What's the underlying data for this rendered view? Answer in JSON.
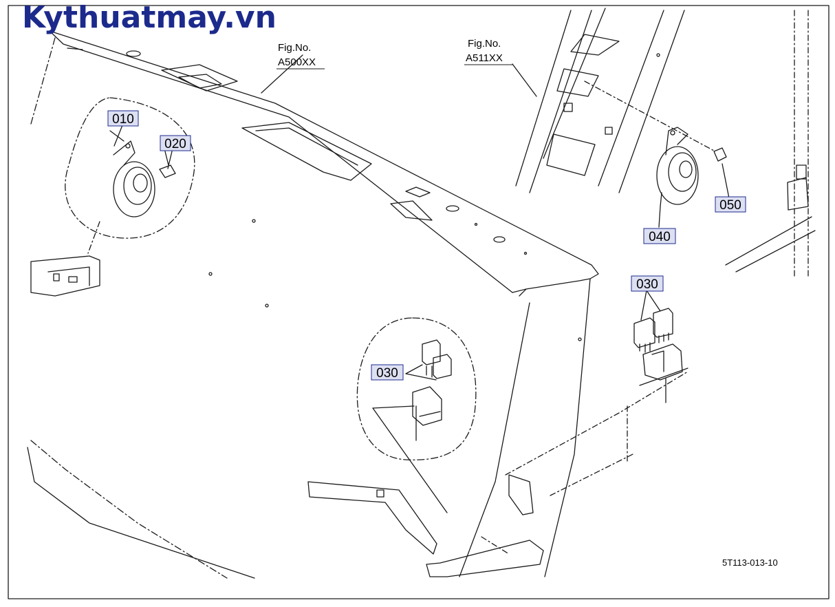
{
  "watermark": "Kythuatmay.vn",
  "fig_refs": [
    {
      "line1": "Fig.No.",
      "line2": "A500XX"
    },
    {
      "line1": "Fig.No.",
      "line2": "A511XX"
    }
  ],
  "parts": {
    "p010": "010",
    "p020": "020",
    "p030_center": "030",
    "p030_right": "030",
    "p040": "040",
    "p050": "050"
  },
  "drawing_number": "5T113-013-10",
  "colors": {
    "line": "#1a1a1a",
    "label_fill": "#dde0f2",
    "label_border": "#1c2a8c",
    "watermark": "#1c2a8c"
  }
}
